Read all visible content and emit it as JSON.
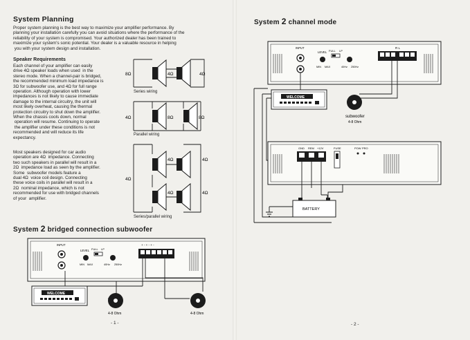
{
  "left_page": {
    "title": "System Planning",
    "intro": "Proper system planning is the best way to maximize your amplifier performance. By\nplanning your installation carefully you can avoid situations where the performance of the\nreliability of your system is compromised. Your authorized dealer has been trained to\nmaximize your system's sonic potential. Your dealer is a valuable resource in helping\n you with your system design and installation.",
    "speaker_req_title": "Speaker Requirements",
    "speaker_req_text": "Each channel of your amplifier can easily\ndrive 4Ω speaker loads when used  in the\nstereo mode. When a channel-pair is bridged,\nthe recommended minimum load impedance is\n3Ω for subwoofer use, and 4Ω for full range\noperation. Although operation with lower\nimpedances is not likely to cause immediate\ndamage to the internal circuitry, the unit will\nmost likely overheat, causing the thermal\nprotection circuitry to shut down the amplifier.\nWhen the chassis cools down, normal\n operation will resume. Continuing to operate\n the amplifier under these conditions is not\nrecommended and will reduce its life\nexpectancy.",
    "design_text": "Most speakers designed for car audio\noperation are 4Ω  impedance. Connecting\ntwo such speakers in parallel will result in a\n2Ω  impedance load as seen by the amplifier.\nSome  subwoofer models feature a\ndual 4Ω  voice coil design. Connecting\nthese voice coils in parallel will result in a\n2Ω  nominal impedance, which is not\nrecommended for use with bridged channels\nof your  amplifier.",
    "wiring": {
      "series_caption": "Series wiring",
      "parallel_caption": "Parallel wiring",
      "series_parallel_caption": "Series/parallel wiring",
      "series_labels": [
        "8Ω",
        "4Ω",
        "4Ω"
      ],
      "parallel_labels": [
        "4Ω",
        "8Ω",
        "8Ω"
      ],
      "sp_labels": [
        "4Ω",
        "4Ω",
        "4Ω",
        "4Ω",
        "4Ω"
      ]
    },
    "bridged_title_a": "System ",
    "bridged_title_num": "2",
    "bridged_title_b": " bridged connection subwoofer",
    "amp_labels": {
      "input": "INPUT",
      "level": "LEVEL",
      "min": "MIN",
      "max": "MAX",
      "full": "FULL",
      "lp": "LP",
      "hz40": "40Hz",
      "hz250": "250Hz",
      "terminals": "+ - + - + -"
    },
    "welcome": "WELCOME",
    "speaker_caption_left": "4-8 Ohm",
    "speaker_caption_right": "4-8 Ohm",
    "page_number": "- 1 -"
  },
  "right_page": {
    "title_a": "System ",
    "title_num": "2",
    "title_b": " channel mode",
    "amp_labels": {
      "input": "INPUT",
      "level": "LEVEL",
      "min": "MIN",
      "max": "MAX",
      "full": "FULL",
      "lp": "LP",
      "hz40": "40Hz",
      "hz250": "250Hz",
      "rl": "R  L"
    },
    "welcome": "WELCOME",
    "sub_caption": "subwoofer",
    "sub_ohm": "4-8 Ohm",
    "power_labels": {
      "gnd": "GND",
      "rem": "REM",
      "pos": "+12V",
      "fuse": "FUSE",
      "pow": "POW",
      "pro": "PRO"
    },
    "battery": "BATTERY",
    "page_number": "- 2 -"
  },
  "colors": {
    "paper": "#f1f0ec",
    "ink": "#1c1c1c"
  }
}
